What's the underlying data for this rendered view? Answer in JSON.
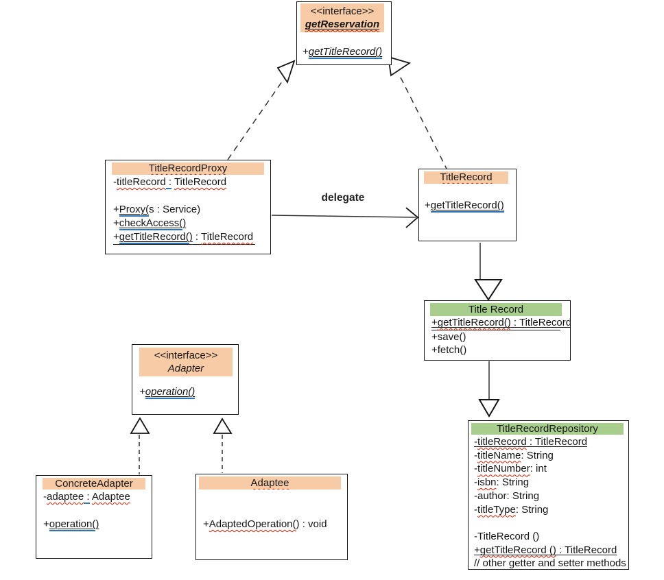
{
  "diagram": {
    "colors": {
      "header_orange": "#F7CBA6",
      "header_green": "#A7CE8C",
      "underline_blue": "#2E74B5",
      "squiggle_red": "#D42000",
      "line_black": "#303030"
    },
    "delegate_label": "delegate",
    "classes": {
      "reservation_interface": {
        "header_rows": [
          {
            "segs": [
              {
                "t": "<<interface>>"
              }
            ]
          },
          {
            "segs": [
              {
                "t": "getReservation",
                "i": 1,
                "w": 1,
                "u": 1,
                "sq": 1
              }
            ]
          }
        ],
        "members": [
          {
            "segs": [
              {
                "t": "+",
                "i": 1
              },
              {
                "t": "getTitleRecord()",
                "i": 1,
                "u": 1,
                "b": 1
              }
            ]
          }
        ]
      },
      "proxy": {
        "header_rows": [
          {
            "segs": [
              {
                "t": "TitleRecordProxy",
                "sq": 1
              }
            ]
          }
        ],
        "members": [
          {
            "segs": [
              {
                "t": "-"
              },
              {
                "t": "titleRecord",
                "sq": 1
              },
              {
                "t": " :",
                "b": 1
              },
              {
                "t": " "
              },
              {
                "t": "TitleRecord",
                "sq": 1
              }
            ]
          },
          {
            "segs": []
          },
          {
            "segs": [
              {
                "t": "+"
              },
              {
                "t": "Proxy(",
                "u": 1,
                "b": 1
              },
              {
                "t": "s : Service)"
              }
            ]
          },
          {
            "segs": [
              {
                "t": "+"
              },
              {
                "t": "checkAccess(",
                "u": 1,
                "b": 1
              },
              {
                "t": ")",
                "u": 1
              }
            ]
          },
          {
            "ul": 1,
            "segs": [
              {
                "t": "+"
              },
              {
                "t": "getTitleRecord(",
                "u": 1,
                "b": 1
              },
              {
                "t": ")",
                "u": 1
              },
              {
                "t": " : "
              },
              {
                "t": "TitleRecord",
                "sq": 1
              }
            ]
          }
        ]
      },
      "titlerecord": {
        "header_rows": [
          {
            "segs": [
              {
                "t": "TitleRecord",
                "sq": 1
              }
            ]
          }
        ],
        "members": [
          {
            "segs": [
              {
                "t": "+"
              },
              {
                "t": "getTitleRecord()",
                "u": 1,
                "b": 1
              }
            ]
          }
        ]
      },
      "titlerecord_impl": {
        "header_rows": [
          {
            "segs": [
              {
                "t": "Title Record"
              }
            ]
          }
        ],
        "members": [
          {
            "ul": 1,
            "segs": [
              {
                "t": "+",
                "u": 1
              },
              {
                "t": "getTitleRecord()",
                "u": 1,
                "sq": 1
              },
              {
                "t": " : TitleRecord",
                "u": 1
              }
            ]
          },
          {
            "segs": [
              {
                "t": "+save()"
              }
            ]
          },
          {
            "segs": [
              {
                "t": "+fetch()"
              }
            ]
          }
        ]
      },
      "repository": {
        "header_rows": [
          {
            "segs": [
              {
                "t": "TitleRecordRepository",
                "sq": 1
              }
            ]
          }
        ],
        "members": [
          {
            "segs": [
              {
                "t": "-",
                "u": 1
              },
              {
                "t": "titleRecord",
                "u": 1,
                "sq": 1
              },
              {
                "t": " : TitleRecord",
                "u": 1
              }
            ]
          },
          {
            "segs": [
              {
                "t": "-"
              },
              {
                "t": "titleName",
                "sq": 1
              },
              {
                "t": ": String"
              }
            ]
          },
          {
            "segs": [
              {
                "t": "-"
              },
              {
                "t": "titleNumber",
                "sq": 1
              },
              {
                "t": ": int"
              }
            ]
          },
          {
            "segs": [
              {
                "t": "-"
              },
              {
                "t": "isbn",
                "sq": 1
              },
              {
                "t": ": String"
              }
            ]
          },
          {
            "segs": [
              {
                "t": "-author: String"
              }
            ]
          },
          {
            "segs": [
              {
                "t": "-"
              },
              {
                "t": "titleType",
                "sq": 1
              },
              {
                "t": ": String"
              }
            ]
          },
          {
            "segs": []
          },
          {
            "segs": [
              {
                "t": "-TitleRecord ()"
              }
            ]
          },
          {
            "segs": [
              {
                "t": "+",
                "u": 1
              },
              {
                "t": "getTitleRecord ()",
                "u": 1,
                "sq": 1
              },
              {
                "t": " : TitleRecord",
                "u": 1
              }
            ]
          },
          {
            "segs": [
              {
                "t": "// other getter and setter methods"
              }
            ]
          }
        ]
      },
      "adapter_interface": {
        "header_rows": [
          {
            "segs": [
              {
                "t": "<<interface>>"
              }
            ]
          },
          {
            "segs": [
              {
                "t": "Adapter",
                "i": 1
              }
            ]
          }
        ],
        "members": [
          {
            "segs": [
              {
                "t": "+",
                "i": 1
              },
              {
                "t": "operation()",
                "i": 1,
                "u": 1,
                "b": 1
              }
            ]
          }
        ]
      },
      "concrete_adapter": {
        "header_rows": [
          {
            "segs": [
              {
                "t": "ConcreteAdapter",
                "sq": 1
              }
            ]
          }
        ],
        "members": [
          {
            "segs": [
              {
                "t": "-"
              },
              {
                "t": "adaptee",
                "sq": 1
              },
              {
                "t": " :",
                "b": 1
              },
              {
                "t": " "
              },
              {
                "t": "Adaptee",
                "sq": 1
              }
            ]
          },
          {
            "segs": []
          },
          {
            "segs": [
              {
                "t": "+"
              },
              {
                "t": "operation(",
                "u": 1,
                "b": 1
              },
              {
                "t": ")",
                "u": 1
              }
            ]
          }
        ]
      },
      "adaptee": {
        "header_rows": [
          {
            "segs": [
              {
                "t": "Adaptee",
                "sq": 1
              }
            ]
          }
        ],
        "members": [
          {
            "segs": []
          },
          {
            "segs": []
          },
          {
            "segs": [
              {
                "t": "+"
              },
              {
                "t": "AdaptedOperation(",
                "sq": 1
              },
              {
                "t": ")"
              },
              {
                "t": " : void"
              }
            ]
          }
        ]
      }
    }
  }
}
